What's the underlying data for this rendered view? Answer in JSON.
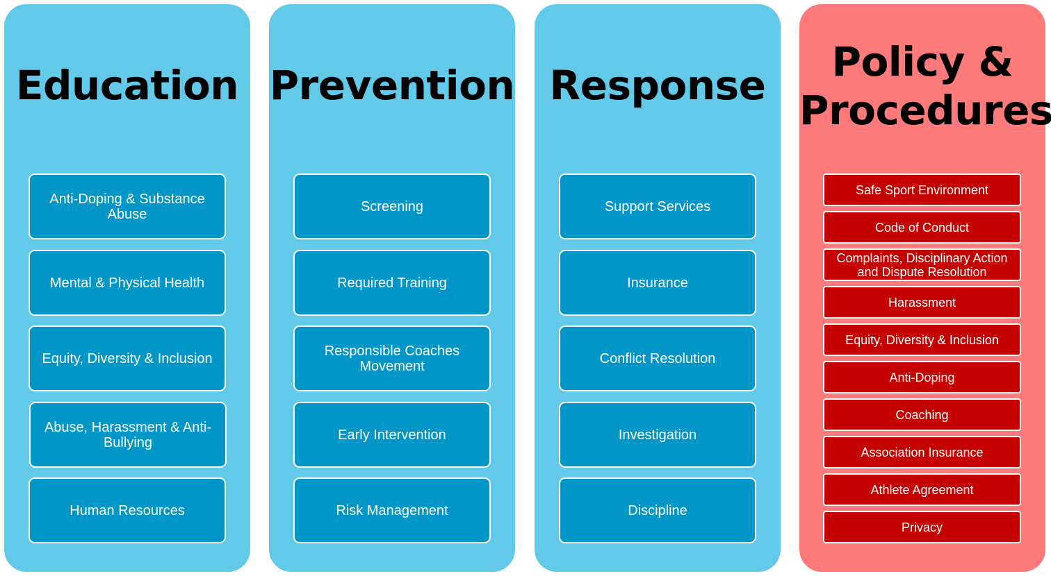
{
  "columns": [
    {
      "title": "Education",
      "items": [
        "Anti-Doping & Substance Abuse",
        "Mental & Physical Health",
        "Equity, Diversity & Inclusion",
        "Abuse, Harassment & Anti-Bullying",
        "Human Resources"
      ]
    },
    {
      "title": "Prevention",
      "items": [
        "Screening",
        "Required Training",
        "Responsible Coaches Movement",
        "Early Intervention",
        "Risk Management"
      ]
    },
    {
      "title": "Response",
      "items": [
        "Support Services",
        "Insurance",
        "Conflict Resolution",
        "Investigation",
        "Discipline"
      ]
    },
    {
      "title": "Policy &\nProcedures",
      "items": [
        "Safe Sport Environment",
        "Code of Conduct",
        "Complaints, Disciplinary Action and Dispute Resolution",
        "Harassment",
        "Equity, Diversity & Inclusion",
        "Anti-Doping",
        "Coaching",
        "Association Insurance",
        "Athlete Agreement",
        "Privacy"
      ]
    }
  ],
  "colors": {
    "column_blue": "#62c9e8",
    "column_red": "#ff7a7a",
    "box_blue": "#0196c8",
    "box_red": "#c40000",
    "title_text": "#000000",
    "box_text": "#ffffff"
  }
}
